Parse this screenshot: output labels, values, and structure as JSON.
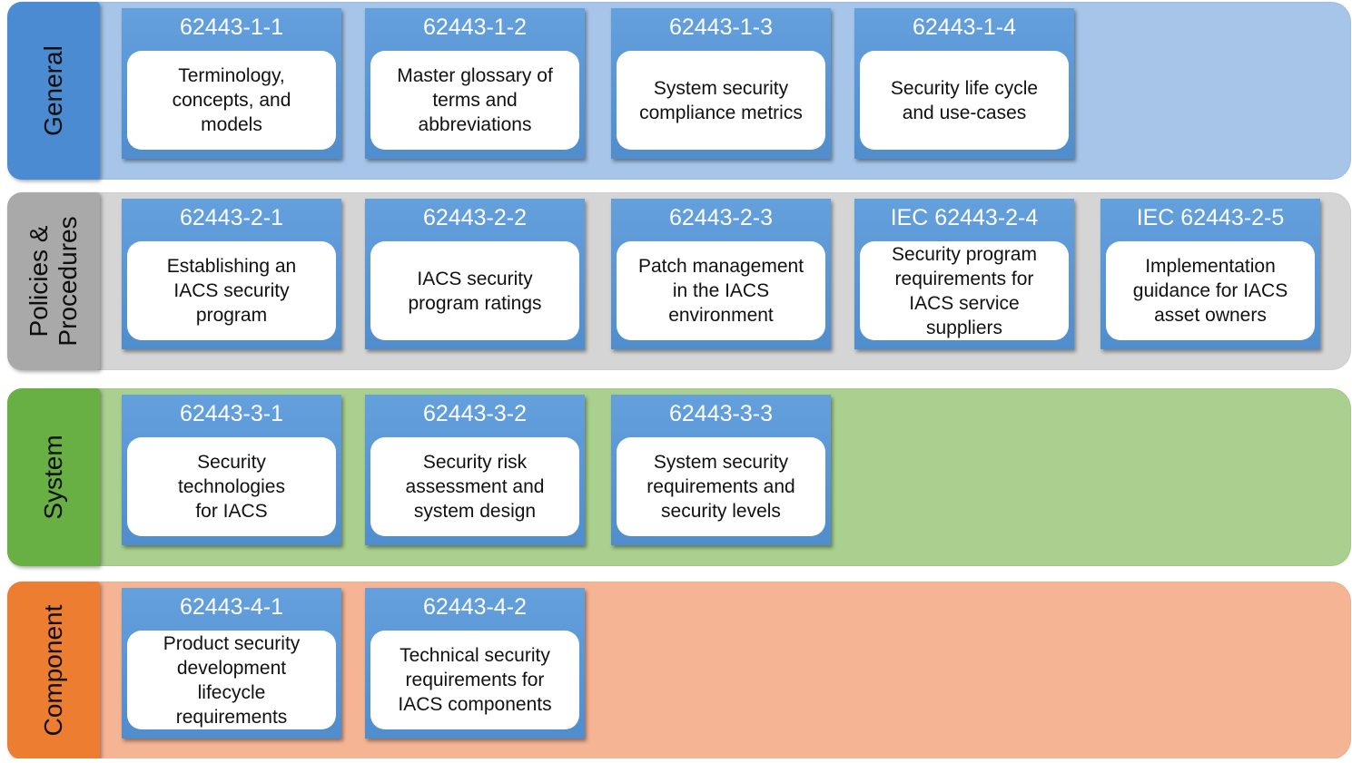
{
  "colors": {
    "general_band": "#a6c5e8",
    "general_label": "#4a8bd2",
    "policies_band": "#d5d5d5",
    "policies_label": "#a9a9a9",
    "system_band": "#a9d08e",
    "system_label": "#68b043",
    "component_band": "#f5b494",
    "component_label": "#ed7d31",
    "card_header": "#5b9bd5",
    "card_body": "#ffffff"
  },
  "rows": [
    {
      "label": "General",
      "cards": [
        {
          "id": "62443-1-1",
          "desc": "Terminology,\nconcepts, and\nmodels"
        },
        {
          "id": "62443-1-2",
          "desc": "Master glossary of\nterms and\nabbreviations"
        },
        {
          "id": "62443-1-3",
          "desc": "System security\ncompliance metrics"
        },
        {
          "id": "62443-1-4",
          "desc": "Security life cycle\nand use-cases"
        }
      ]
    },
    {
      "label": "Policies &\nProcedures",
      "cards": [
        {
          "id": "62443-2-1",
          "desc": "Establishing an\nIACS security\nprogram"
        },
        {
          "id": "62443-2-2",
          "desc": "IACS security\nprogram ratings"
        },
        {
          "id": "62443-2-3",
          "desc": "Patch management\nin the IACS\nenvironment"
        },
        {
          "id": "IEC 62443-2-4",
          "desc": "Security program\nrequirements for\nIACS service\nsuppliers"
        },
        {
          "id": "IEC 62443-2-5",
          "desc": "Implementation\nguidance for IACS\nasset owners"
        }
      ]
    },
    {
      "label": "System",
      "cards": [
        {
          "id": "62443-3-1",
          "desc": "Security\ntechnologies\nfor IACS"
        },
        {
          "id": "62443-3-2",
          "desc": "Security risk\nassessment and\nsystem design"
        },
        {
          "id": "62443-3-3",
          "desc": "System security\nrequirements and\nsecurity levels"
        }
      ]
    },
    {
      "label": "Component",
      "cards": [
        {
          "id": "62443-4-1",
          "desc": "Product security\ndevelopment\nlifecycle\nrequirements"
        },
        {
          "id": "62443-4-2",
          "desc": "Technical security\nrequirements for\nIACS components"
        }
      ]
    }
  ]
}
